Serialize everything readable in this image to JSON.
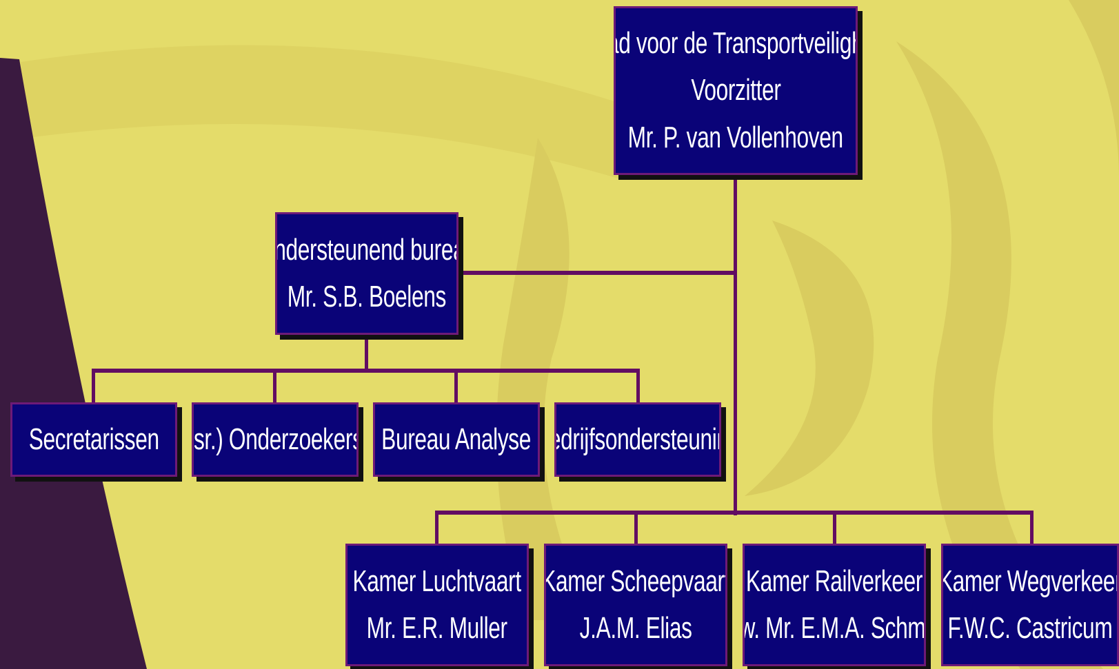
{
  "colors": {
    "background": "#e4dc6a",
    "watermark": "#d8cc62",
    "left_band": "#3a1a40",
    "box_fill": "#0a0378",
    "box_border": "#6e1a78",
    "connector": "#620d62",
    "text": "#ffffff"
  },
  "top": {
    "line1": "Raad voor de Transportveiligheid",
    "line2": "Voorzitter",
    "line3": "Mr. P. van Vollenhoven"
  },
  "bureau": {
    "line1": "Ondersteunend bureau",
    "line2": "Mr. S.B. Boelens"
  },
  "units": [
    "Secretarissen",
    "(sr.) Onderzoekers",
    "Bureau Analyse",
    "Bedrijfsondersteuning"
  ],
  "chambers": [
    {
      "name": "Kamer Luchtvaart",
      "person": "Mr. E.R. Muller"
    },
    {
      "name": "Kamer Scheepvaart",
      "person": "J.A.M. Elias"
    },
    {
      "name": "Kamer Railverkeer",
      "person": "Mw. Mr. E.M.A. Schmitz"
    },
    {
      "name": "Kamer Wegverkeer",
      "person": "F.W.C. Castricum"
    }
  ]
}
